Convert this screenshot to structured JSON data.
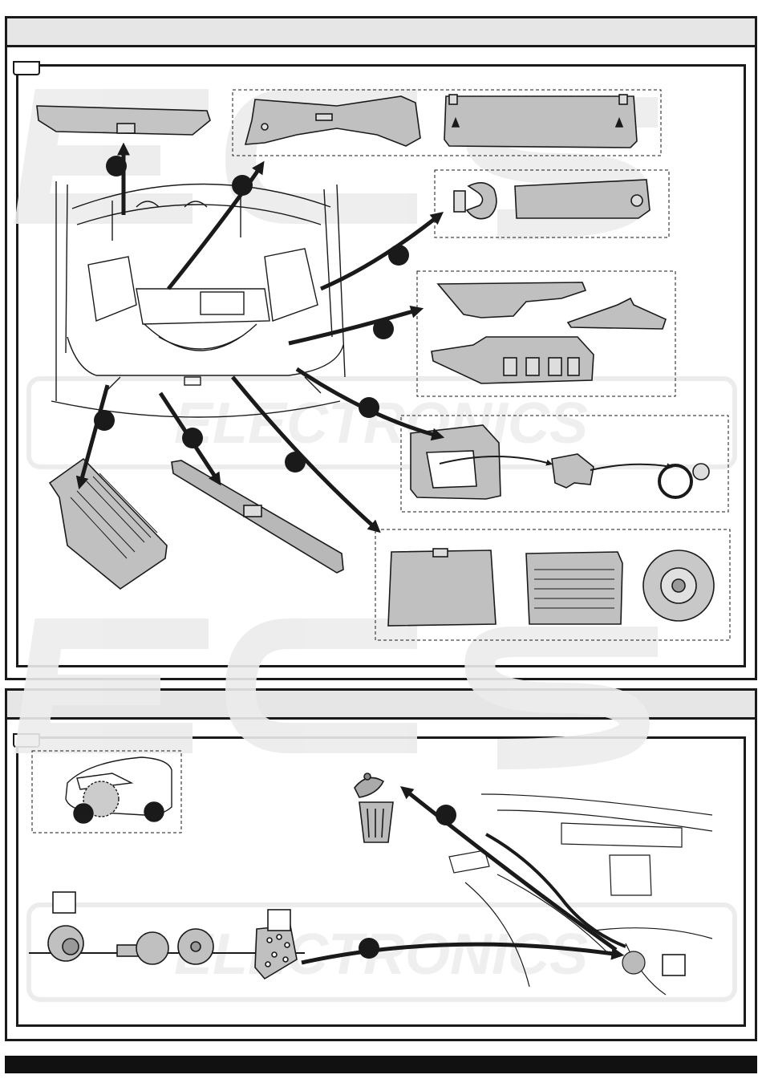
{
  "panels": [
    {
      "id": "top",
      "step_label": "",
      "title": ""
    },
    {
      "id": "bottom",
      "step_label": "",
      "title": ""
    }
  ],
  "watermark": {
    "brand_top": "ECS",
    "brand_bottom": "ELECTRONICS"
  },
  "callouts": [
    {
      "id": "parcel-shelf",
      "label": ""
    },
    {
      "id": "side-trim-left",
      "label": ""
    },
    {
      "id": "hook",
      "label": ""
    },
    {
      "id": "side-trays",
      "label": ""
    },
    {
      "id": "lashing-eye",
      "label": ""
    },
    {
      "id": "left-box",
      "label": ""
    },
    {
      "id": "sill-trim",
      "label": ""
    },
    {
      "id": "floor-parts",
      "label": ""
    },
    {
      "id": "remove-cap",
      "label": ""
    },
    {
      "id": "route-harness",
      "label": ""
    }
  ],
  "markers": [
    {
      "id": "marker-a",
      "label": ""
    },
    {
      "id": "marker-b",
      "label": ""
    },
    {
      "id": "marker-c",
      "label": ""
    }
  ],
  "colors": {
    "line": "#1a1a1a",
    "part_fill": "#bdbdbd",
    "header_fill": "#e6e6e6",
    "watermark": "#ececec"
  }
}
